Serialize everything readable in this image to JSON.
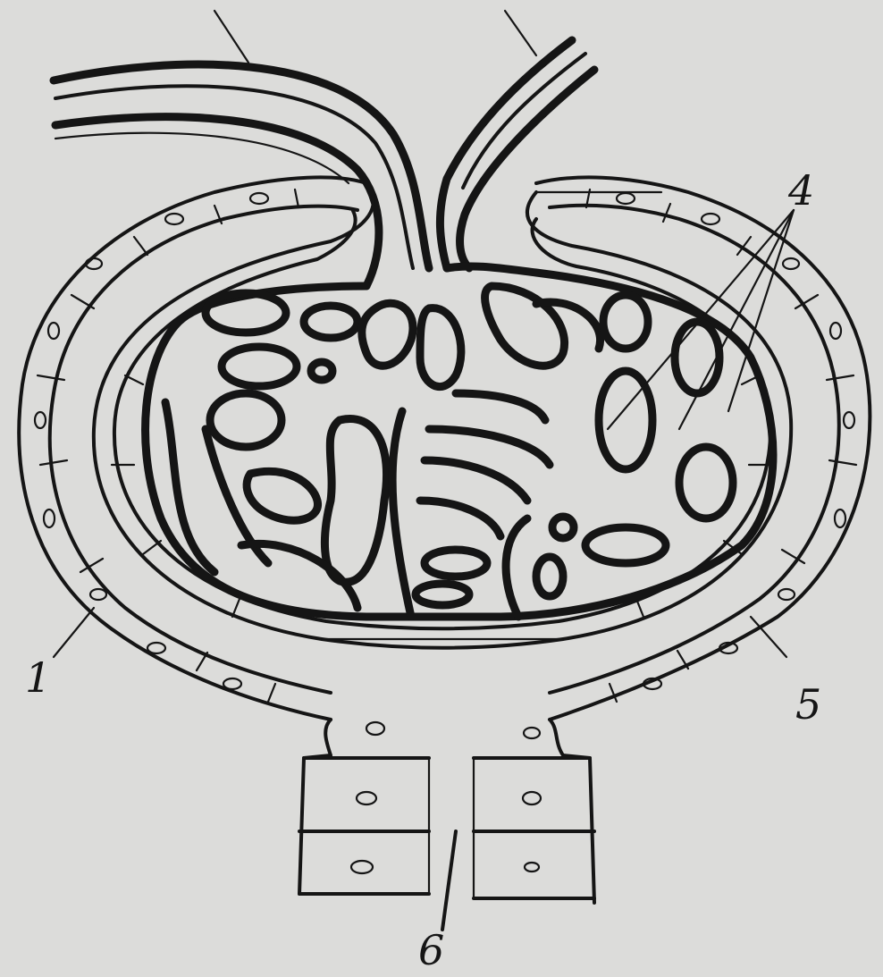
{
  "labels": {
    "l1": "1",
    "l4": "4",
    "l5": "5",
    "l6": "6"
  },
  "colors": {
    "background": "#dcdcda",
    "ink": "#151515"
  }
}
